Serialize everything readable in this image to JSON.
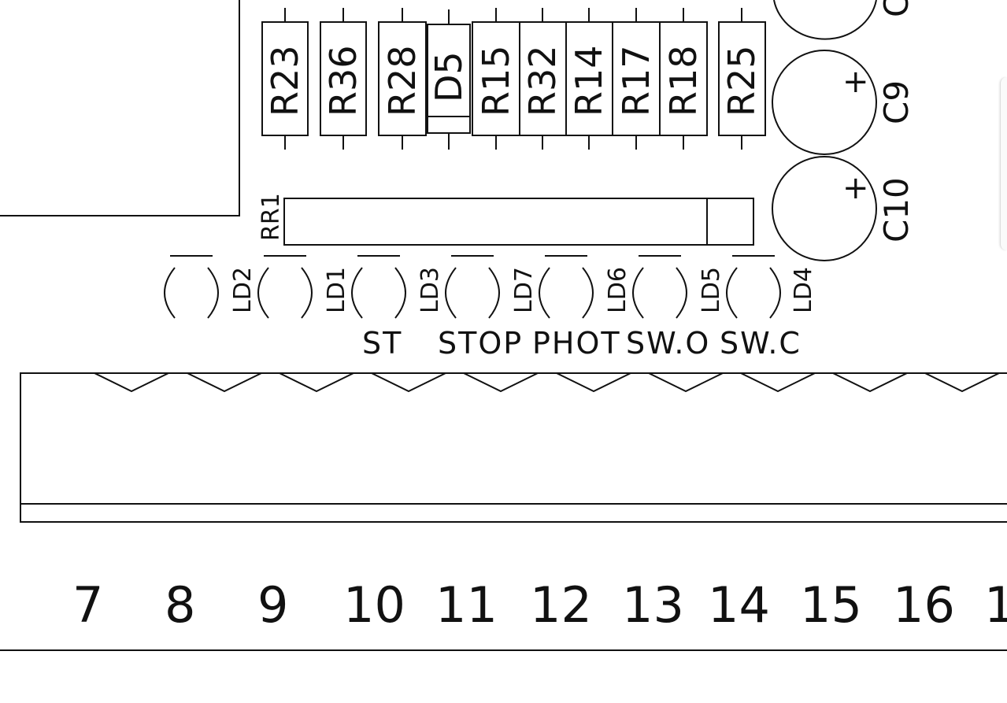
{
  "resistors": [
    {
      "label": "R23"
    },
    {
      "label": "R36"
    },
    {
      "label": "R28"
    },
    {
      "label": "D5"
    },
    {
      "label": "R15"
    },
    {
      "label": "R32"
    },
    {
      "label": "R14"
    },
    {
      "label": "R17"
    },
    {
      "label": "R18"
    },
    {
      "label": "R25"
    }
  ],
  "resistor_array": {
    "label": "RR1"
  },
  "capacitors": [
    {
      "label": "C9",
      "polarity": "+"
    },
    {
      "label": "C10",
      "polarity": "+"
    },
    {
      "label": "C"
    }
  ],
  "leds": [
    {
      "label": "LD2"
    },
    {
      "label": "LD1"
    },
    {
      "label": "LD3"
    },
    {
      "label": "LD7"
    },
    {
      "label": "LD6"
    },
    {
      "label": "LD5"
    },
    {
      "label": "LD4"
    }
  ],
  "functions": [
    {
      "label": "ST"
    },
    {
      "label": "STOP"
    },
    {
      "label": "PHOT"
    },
    {
      "label": "SW.O"
    },
    {
      "label": "SW.C"
    }
  ],
  "terminals": [
    {
      "label": "7"
    },
    {
      "label": "8"
    },
    {
      "label": "9"
    },
    {
      "label": "10"
    },
    {
      "label": "11"
    },
    {
      "label": "12"
    },
    {
      "label": "13"
    },
    {
      "label": "14"
    },
    {
      "label": "15"
    },
    {
      "label": "16"
    },
    {
      "label": "1"
    }
  ],
  "colors": {
    "line": "#111111",
    "background": "#ffffff"
  }
}
